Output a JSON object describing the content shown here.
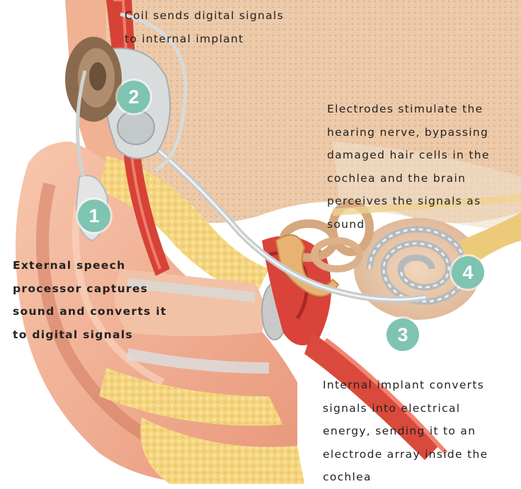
{
  "captions": {
    "coil": "Coil sends digital signals\nto internal implant",
    "electrodes": "Electrodes stimulate the\nhearing nerve, bypassing\ndamaged hair cells in the\ncochlea and the brain\nperceives the signals as sound",
    "external": "External speech\nprocessor captures\nsound and converts it\nto digital signals",
    "internal": "Internal implant converts\nsignals into electrical\nenergy, sending it to an\nelectrode array inside the\ncochlea"
  },
  "badges": {
    "one": "1",
    "two": "2",
    "three": "3",
    "four": "4"
  },
  "colors": {
    "badge": "#7ec4b1",
    "skin": "#f4b89a",
    "fat": "#f3d27a",
    "bone": "#e8c6a8",
    "vessel": "#d94a3c",
    "device": "#d8dcdc",
    "coil_housing": "#8a6a4e",
    "nerve": "#e9c26a"
  }
}
